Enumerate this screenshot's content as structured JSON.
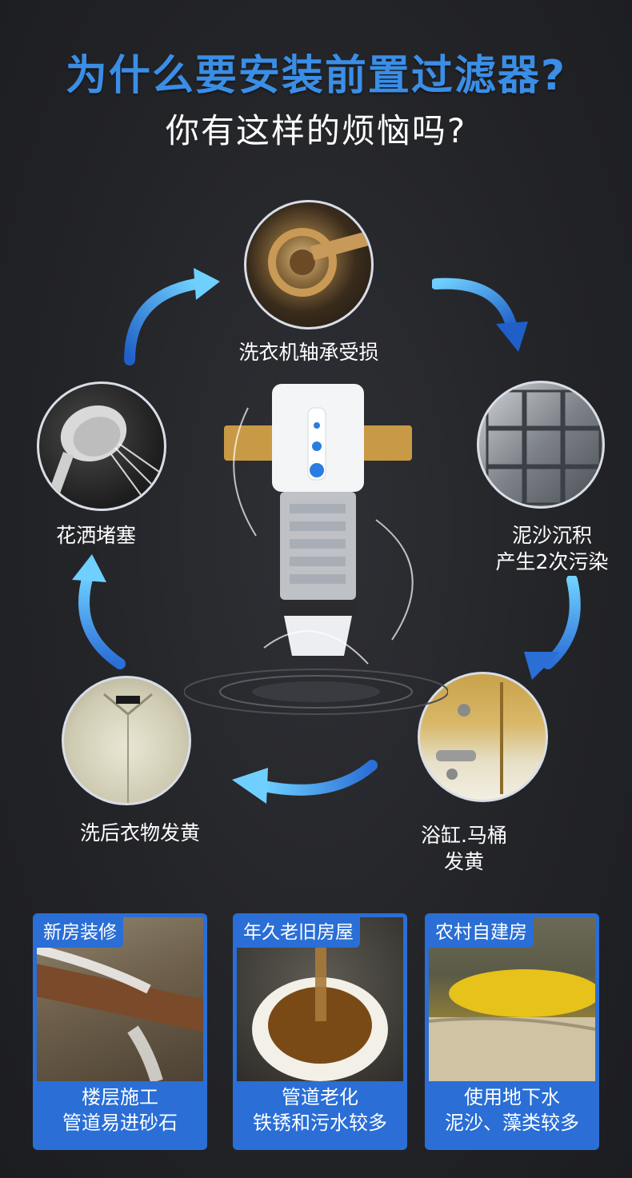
{
  "header": {
    "title": "为什么要安装前置过滤器?",
    "subtitle": "你有这样的烦恼吗?"
  },
  "problems": {
    "washer": "洗衣机轴承受损",
    "tank_line1": "泥沙沉积",
    "tank_line2": "产生2次污染",
    "bathtub_line1": "浴缸.马桶",
    "bathtub_line2": "发黄",
    "clothes": "洗后衣物发黄",
    "shower": "花洒堵塞"
  },
  "cards": [
    {
      "tag": "新房装修",
      "line1": "楼层施工",
      "line2": "管道易进砂石"
    },
    {
      "tag": "年久老旧房屋",
      "line1": "管道老化",
      "line2": "铁锈和污水较多"
    },
    {
      "tag": "农村自建房",
      "line1": "使用地下水",
      "line2": "泥沙、藻类较多"
    }
  ],
  "colors": {
    "accent": "#3a8ee6",
    "card": "#2a6ed6"
  }
}
